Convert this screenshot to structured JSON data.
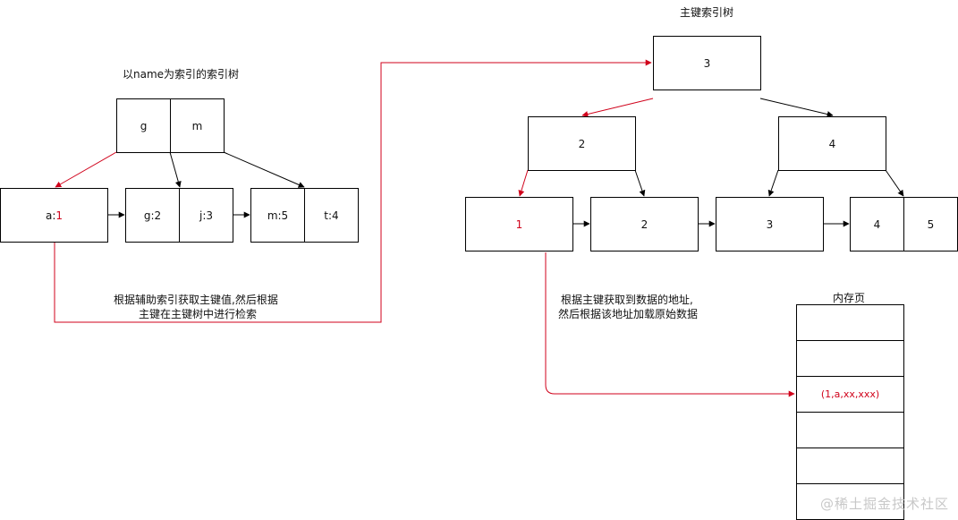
{
  "secondary_index": {
    "title": "以name为索引的索引树",
    "root": [
      "g",
      "m"
    ],
    "leaf1": {
      "key": "a:",
      "value": "1"
    },
    "leaf2": [
      "g:2",
      "j:3"
    ],
    "leaf3": [
      "m:5",
      "t:4"
    ]
  },
  "note_lookup": [
    "根据辅助索引获取主键值,然后根据",
    "主键在主键树中进行检索"
  ],
  "primary_index": {
    "title": "主键索引树",
    "root": "3",
    "mid_left": "2",
    "mid_right": "4",
    "leaves": [
      "1",
      "2",
      "3",
      "4",
      "5"
    ]
  },
  "note_fetch": [
    "根据主键获取到数据的地址,",
    "然后根据该地址加载原始数据"
  ],
  "memory": {
    "title": "内存页",
    "rows": [
      "",
      "",
      "",
      "(1,a,xx,xxx)",
      "",
      "",
      ""
    ]
  },
  "watermark": "@稀土掘金技术社区",
  "colors": {
    "highlight": "#d0021b",
    "line": "#000000"
  }
}
